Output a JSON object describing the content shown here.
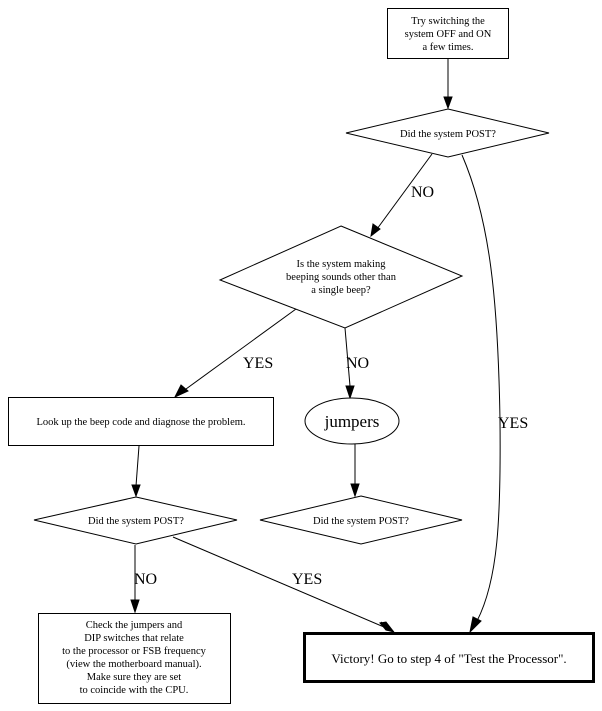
{
  "diagram": {
    "type": "flowchart",
    "nodes": {
      "start": {
        "shape": "box",
        "lines": [
          "Try switching the",
          "system OFF and ON",
          "a few times."
        ]
      },
      "post1": {
        "shape": "diamond",
        "lines": [
          "Did the system POST?"
        ]
      },
      "beeping": {
        "shape": "diamond",
        "lines": [
          "Is the system making",
          "beeping sounds other than",
          "a single beep?"
        ]
      },
      "lookup": {
        "shape": "box",
        "lines": [
          "Look up the beep code and diagnose the problem."
        ]
      },
      "jumpers": {
        "shape": "ellipse",
        "lines": [
          "jumpers"
        ]
      },
      "post2": {
        "shape": "diamond",
        "lines": [
          "Did the system POST?"
        ]
      },
      "post3": {
        "shape": "diamond",
        "lines": [
          "Did the system POST?"
        ]
      },
      "check": {
        "shape": "box",
        "lines": [
          "Check the jumpers and",
          "DIP switches that relate",
          "to the processor or FSB frequency",
          "(view the motherboard manual).",
          "Make sure they are set",
          "to coincide with the CPU."
        ]
      },
      "victory": {
        "shape": "box-bold",
        "lines": [
          "Victory! Go to step 4 of \"Test the Processor\"."
        ]
      }
    },
    "edges": [
      {
        "from": "start",
        "to": "post1",
        "label": ""
      },
      {
        "from": "post1",
        "to": "beeping",
        "label": "NO"
      },
      {
        "from": "post1",
        "to": "victory",
        "label": "YES"
      },
      {
        "from": "beeping",
        "to": "lookup",
        "label": "YES"
      },
      {
        "from": "beeping",
        "to": "jumpers",
        "label": "NO"
      },
      {
        "from": "lookup",
        "to": "post2",
        "label": ""
      },
      {
        "from": "jumpers",
        "to": "post3",
        "label": ""
      },
      {
        "from": "post2",
        "to": "check",
        "label": "NO"
      },
      {
        "from": "post2",
        "to": "victory",
        "label": "YES"
      }
    ]
  }
}
